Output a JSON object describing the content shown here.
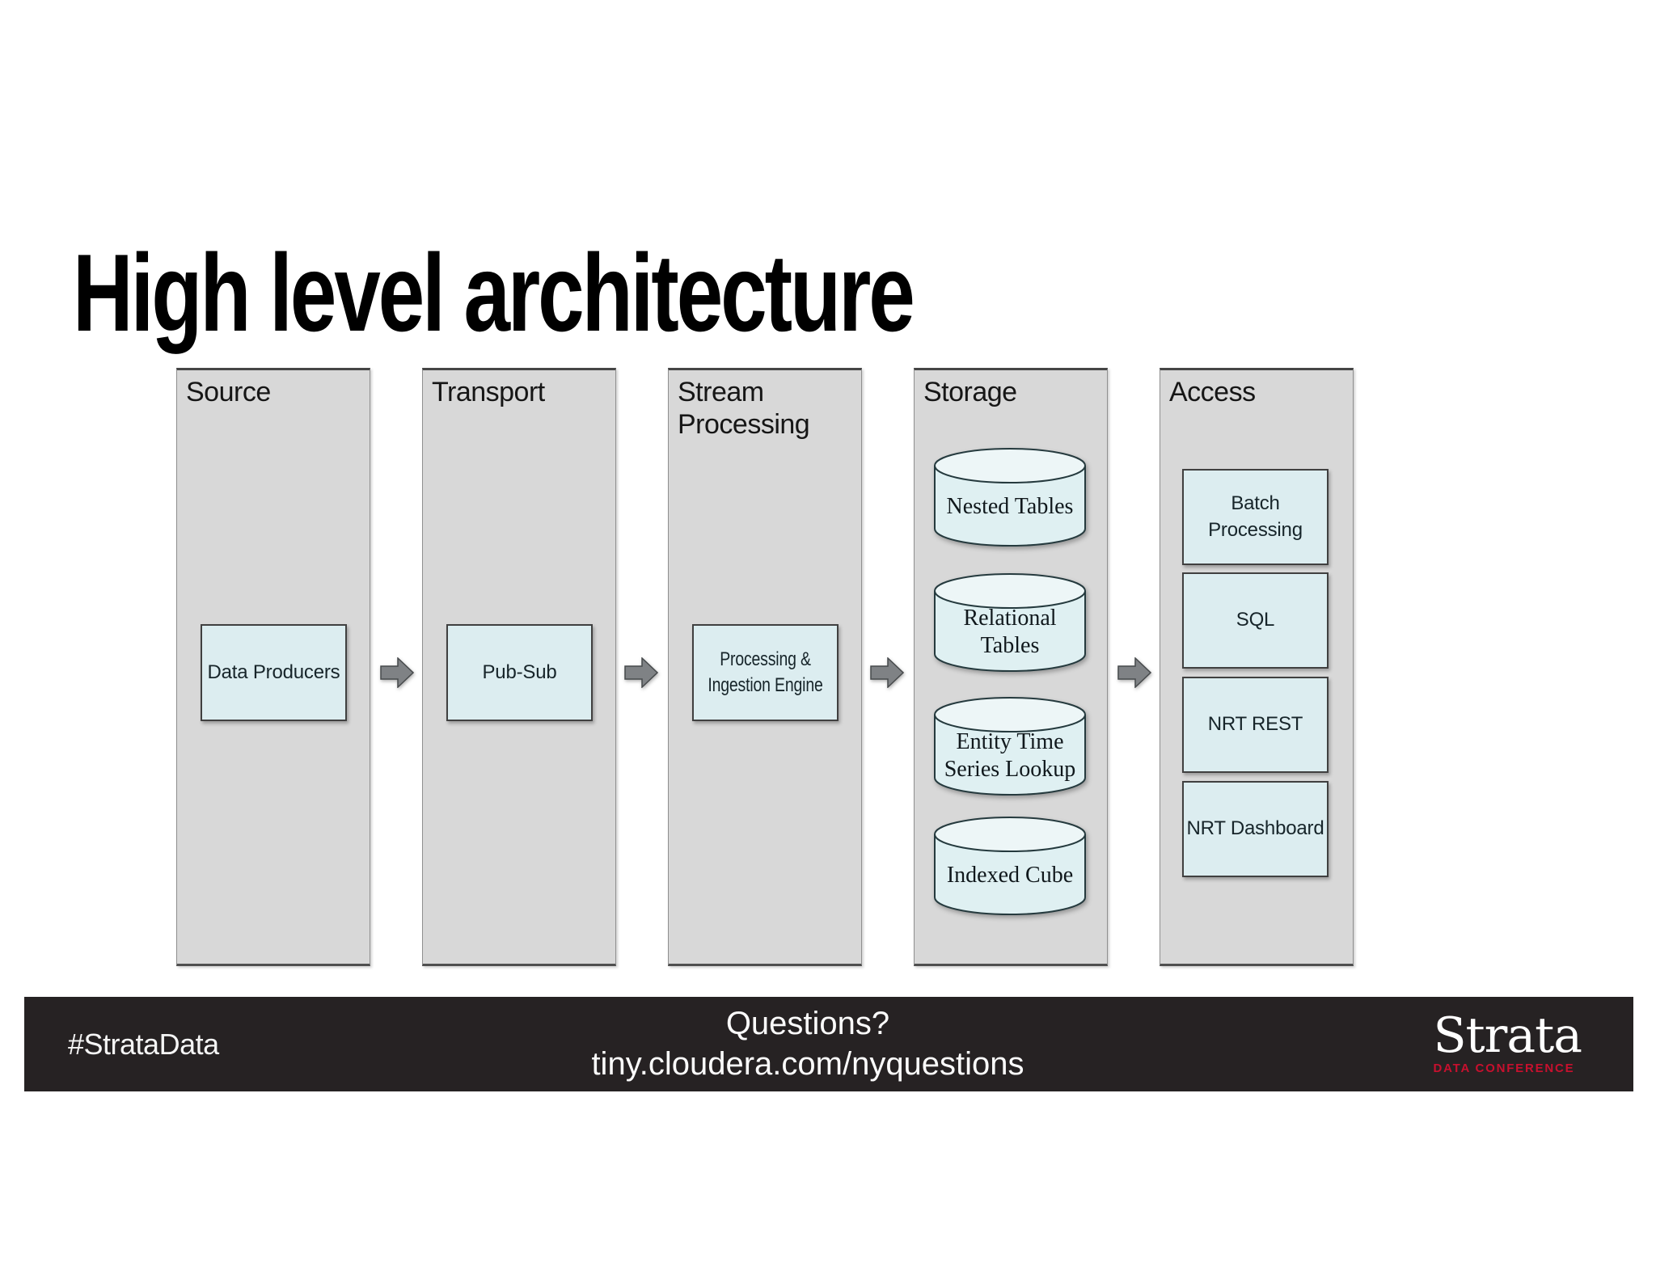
{
  "slide": {
    "title": "High level architecture"
  },
  "diagram": {
    "columns": [
      {
        "label": "Source"
      },
      {
        "label": "Transport"
      },
      {
        "label": "Stream Processing"
      },
      {
        "label": "Storage"
      },
      {
        "label": "Access"
      }
    ],
    "boxes": {
      "source": "Data Producers",
      "transport": "Pub-Sub",
      "stream_processing": "Processing & Ingestion Engine"
    },
    "storage_cylinders": [
      "Nested Tables",
      "Relational Tables",
      "Entity Time Series Lookup",
      "Indexed Cube"
    ],
    "access_boxes": [
      "Batch Processing",
      "SQL",
      "NRT REST",
      "NRT Dashboard"
    ],
    "icons": {
      "flow_arrow": "right-block-arrow",
      "storage_shape": "database-cylinder"
    }
  },
  "footer": {
    "hashtag": "#StrataData",
    "questions_line1": "Questions?",
    "questions_line2": "tiny.cloudera.com/nyquestions",
    "logo": {
      "name": "Strata",
      "subtitle": "DATA CONFERENCE"
    }
  },
  "colors": {
    "column_fill": "#d8d8d8",
    "node_fill": "#dcedf0",
    "cylinder_fill": "#dff0f2",
    "cylinder_top_fill": "#edf6f7",
    "arrow_fill": "#7f8285",
    "footer_bg": "#262223",
    "logo_red": "#c8102e",
    "title_color": "#000000"
  }
}
